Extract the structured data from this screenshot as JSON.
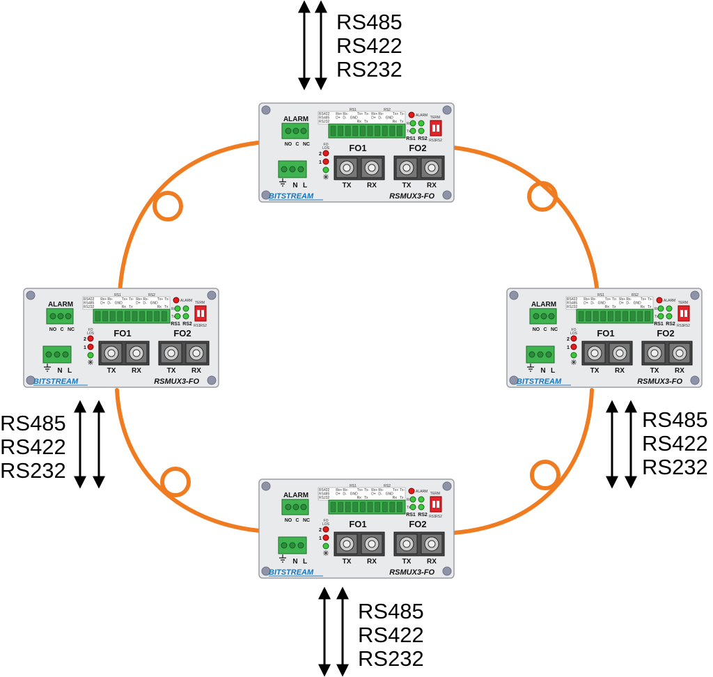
{
  "interfaces": [
    "RS485",
    "RS422",
    "RS232"
  ],
  "device": {
    "model": "RSMUX3-FO",
    "brand": "BITSTREAM",
    "alarm_label": "ALARM",
    "alarm_pins": [
      "NO",
      "C",
      "NC"
    ],
    "power_pins": [
      "N",
      "L"
    ],
    "fo_los_label": "FO\nLOS",
    "led_labels": [
      "2",
      "1"
    ],
    "port1_label": "FO1",
    "port2_label": "FO2",
    "tx_label": "TX",
    "rx_label": "RX",
    "rs1_label": "RS1",
    "rs2_label": "RS2",
    "alarm_led_label": "ALARM",
    "rx_led_label": "Rx",
    "tx_led_label": "Tx",
    "term_label": "TERM",
    "term_sub": [
      "RS1",
      "RS2"
    ],
    "pinout_rows": [
      [
        "RS422",
        "Rx+",
        "Rx-",
        "",
        "Tx+",
        "Tx-",
        "Rx+",
        "Rx-",
        "",
        "Tx+",
        "Tx-"
      ],
      [
        "RS485",
        "D+",
        "D-",
        "GND",
        "",
        "",
        "D+",
        "D-",
        "GND",
        "",
        ""
      ],
      [
        "RS232",
        "",
        "",
        "",
        "Rx",
        "Tx",
        "",
        "",
        "",
        "Rx",
        "Tx"
      ]
    ]
  },
  "colors": {
    "ring": "#f07c22",
    "panel": "#e9eaec",
    "terminal": "#3fb34f",
    "led_red": "#e31b1b",
    "led_green": "#3cc63c",
    "dip": "#e2232a",
    "brand": "#1b75bb"
  }
}
